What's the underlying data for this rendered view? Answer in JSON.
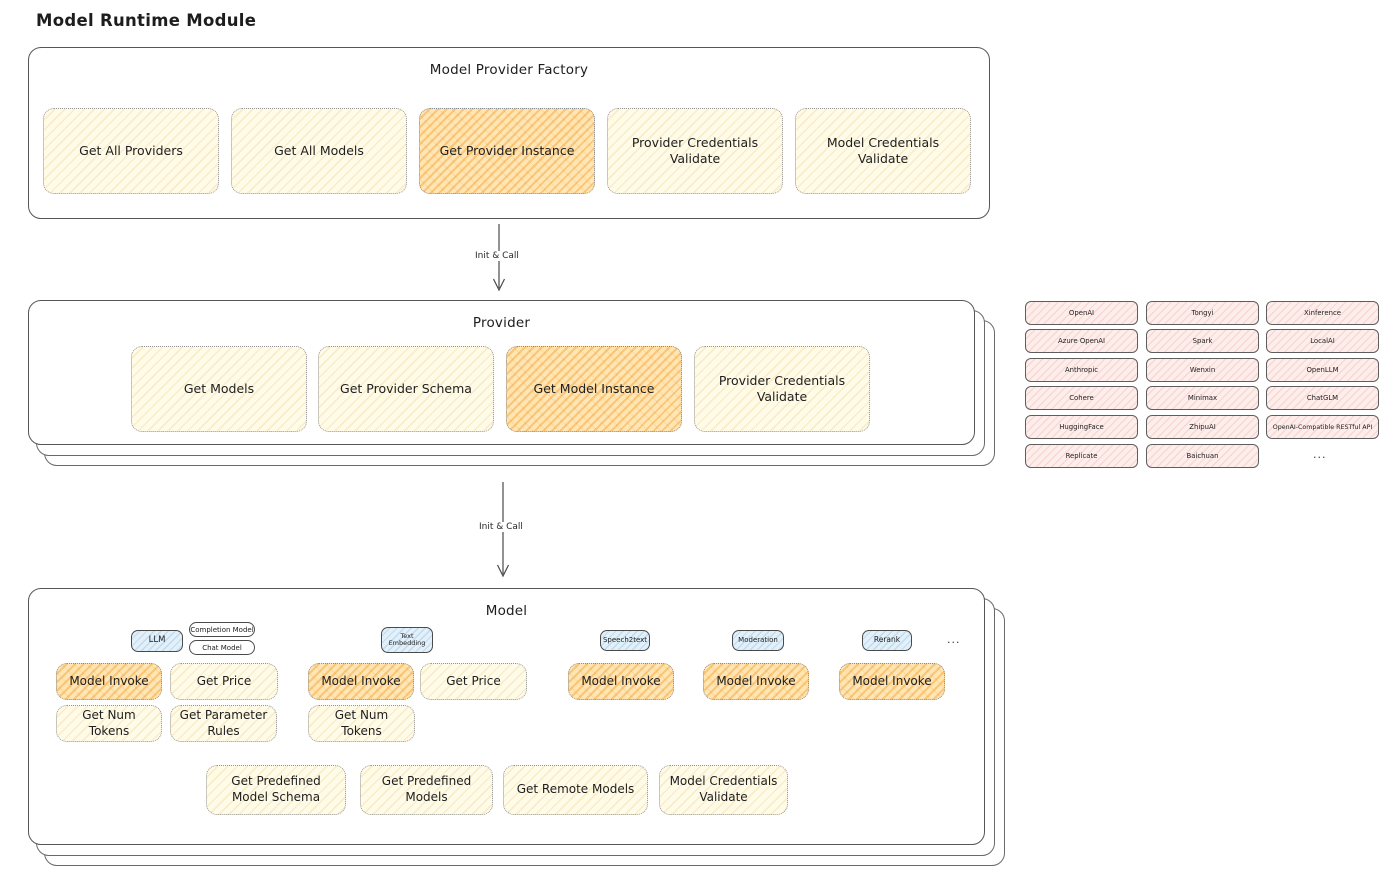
{
  "title": "Model Runtime Module",
  "arrows": {
    "label1": "Init & Call",
    "label2": "Init & Call"
  },
  "factory": {
    "title": "Model Provider Factory",
    "buttons": [
      {
        "label": "Get All Providers",
        "highlighted": false
      },
      {
        "label": "Get All Models",
        "highlighted": false
      },
      {
        "label": "Get Provider Instance",
        "highlighted": true
      },
      {
        "label": "Provider Credentials Validate",
        "highlighted": false
      },
      {
        "label": "Model Credentials Validate",
        "highlighted": false
      }
    ]
  },
  "provider": {
    "title": "Provider",
    "buttons": [
      {
        "label": "Get Models",
        "highlighted": false
      },
      {
        "label": "Get Provider Schema",
        "highlighted": false
      },
      {
        "label": "Get Model Instance",
        "highlighted": true
      },
      {
        "label": "Provider Credentials Validate",
        "highlighted": false
      }
    ]
  },
  "provider_list": {
    "columns": [
      [
        "OpenAI",
        "Azure OpenAI",
        "Anthropic",
        "Cohere",
        "HuggingFace",
        "Replicate"
      ],
      [
        "Tongyi",
        "Spark",
        "Wenxin",
        "Minimax",
        "ZhipuAI",
        "Baichuan"
      ],
      [
        "Xinference",
        "LocalAI",
        "OpenLLM",
        "ChatGLM",
        "OpenAI-Compatible RESTful API"
      ]
    ],
    "more": "..."
  },
  "model": {
    "title": "Model",
    "types": {
      "llm": "LLM",
      "completion": "Completion Model",
      "chat": "Chat Model",
      "text_embedding": "Text Embedding",
      "speech2text": "Speech2text",
      "moderation": "Moderation",
      "rerank": "Rerank",
      "more": "..."
    },
    "ops": {
      "model_invoke": "Model Invoke",
      "get_price": "Get Price",
      "get_num_tokens": "Get Num Tokens",
      "get_parameter_rules": "Get Parameter Rules",
      "get_predefined_model_schema": "Get Predefined Model Schema",
      "get_predefined_models": "Get Predefined Models",
      "get_remote_models": "Get Remote Models",
      "model_credentials_validate": "Model Credentials Validate"
    }
  },
  "colors": {
    "highlight_fill": "#ffe5b3",
    "pale_fill": "#fffbe9",
    "pink_fill": "#fdedeb",
    "blue_fill": "#e2f0f9",
    "line": "#4a4a4a"
  }
}
